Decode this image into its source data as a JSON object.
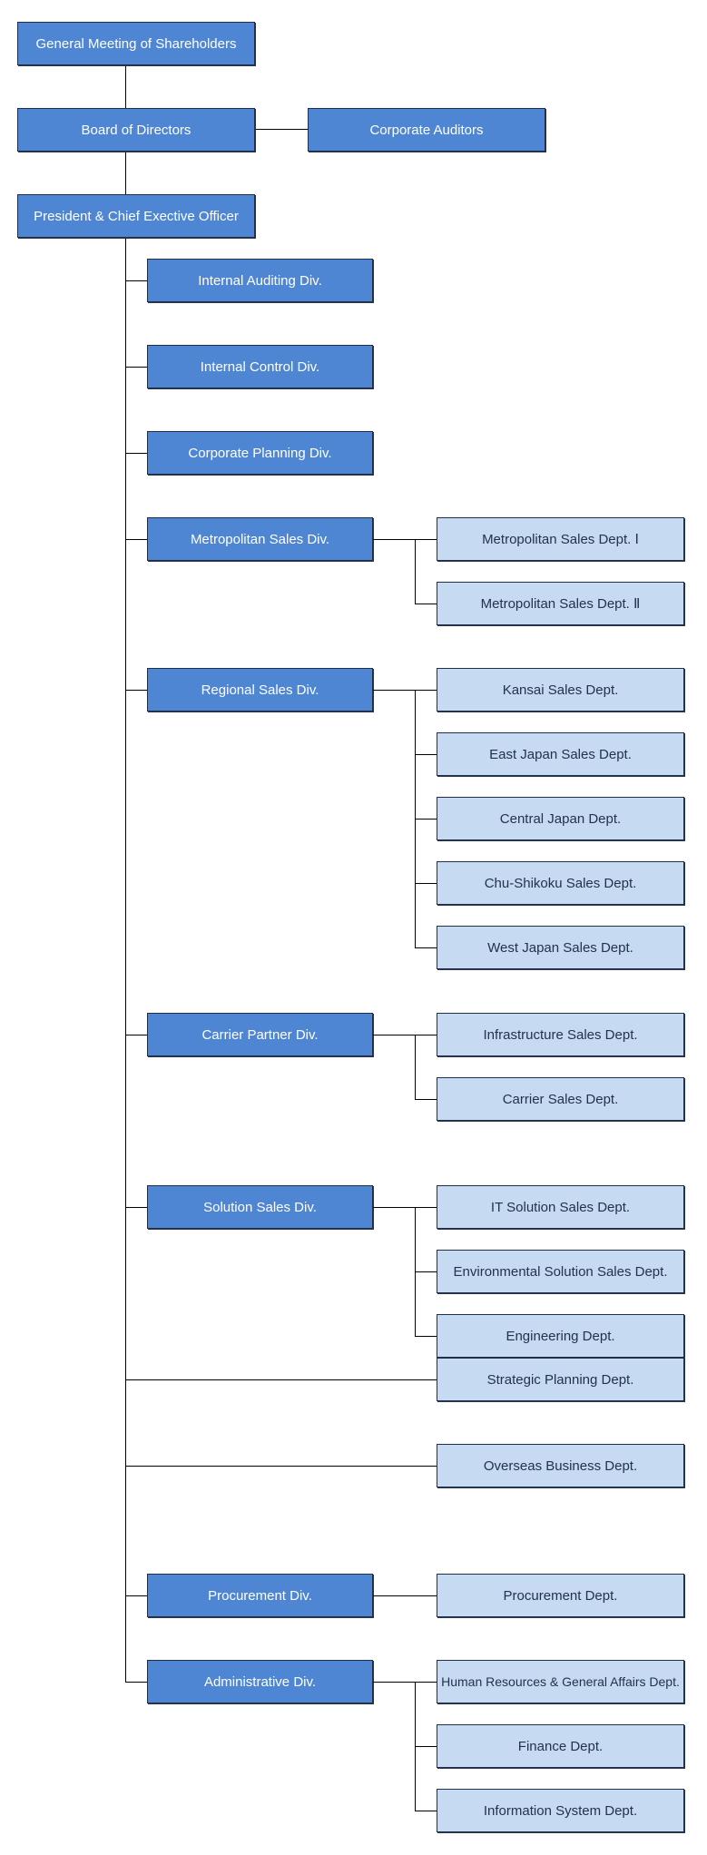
{
  "shareholders": "General Meeting of Shareholders",
  "board": "Board of Directors",
  "auditors": "Corporate Auditors",
  "president": "President & Chief Exective Officer",
  "divisions": [
    {
      "label": "Internal Auditing Div.",
      "depts": []
    },
    {
      "label": "Internal Control Div.",
      "depts": []
    },
    {
      "label": "Corporate Planning Div.",
      "depts": []
    },
    {
      "label": "Metropolitan Sales Div.",
      "depts": [
        "Metropolitan Sales Dept. Ⅰ",
        "Metropolitan Sales Dept. Ⅱ"
      ]
    },
    {
      "label": "Regional Sales Div.",
      "depts": [
        "Kansai Sales Dept.",
        "East Japan Sales Dept.",
        "Central Japan Dept.",
        "Chu-Shikoku Sales Dept.",
        "West Japan Sales Dept."
      ]
    },
    {
      "label": "Carrier Partner Div.",
      "depts": [
        "Infrastructure Sales Dept.",
        "Carrier Sales Dept."
      ]
    },
    {
      "label": "Solution Sales Div.",
      "depts": [
        "IT Solution Sales Dept.",
        "Environmental Solution Sales Dept.",
        "Engineering Dept."
      ]
    },
    {
      "label": "",
      "depts": [
        "Strategic Planning Dept."
      ]
    },
    {
      "label": "",
      "depts": [
        "Overseas Business Dept."
      ]
    },
    {
      "label": "Procurement Div.",
      "depts": [
        "Procurement Dept."
      ]
    },
    {
      "label": "Administrative Div.",
      "depts": [
        "Human Resources & General Affairs Dept.",
        "Finance Dept.",
        "Information System Dept."
      ]
    }
  ]
}
